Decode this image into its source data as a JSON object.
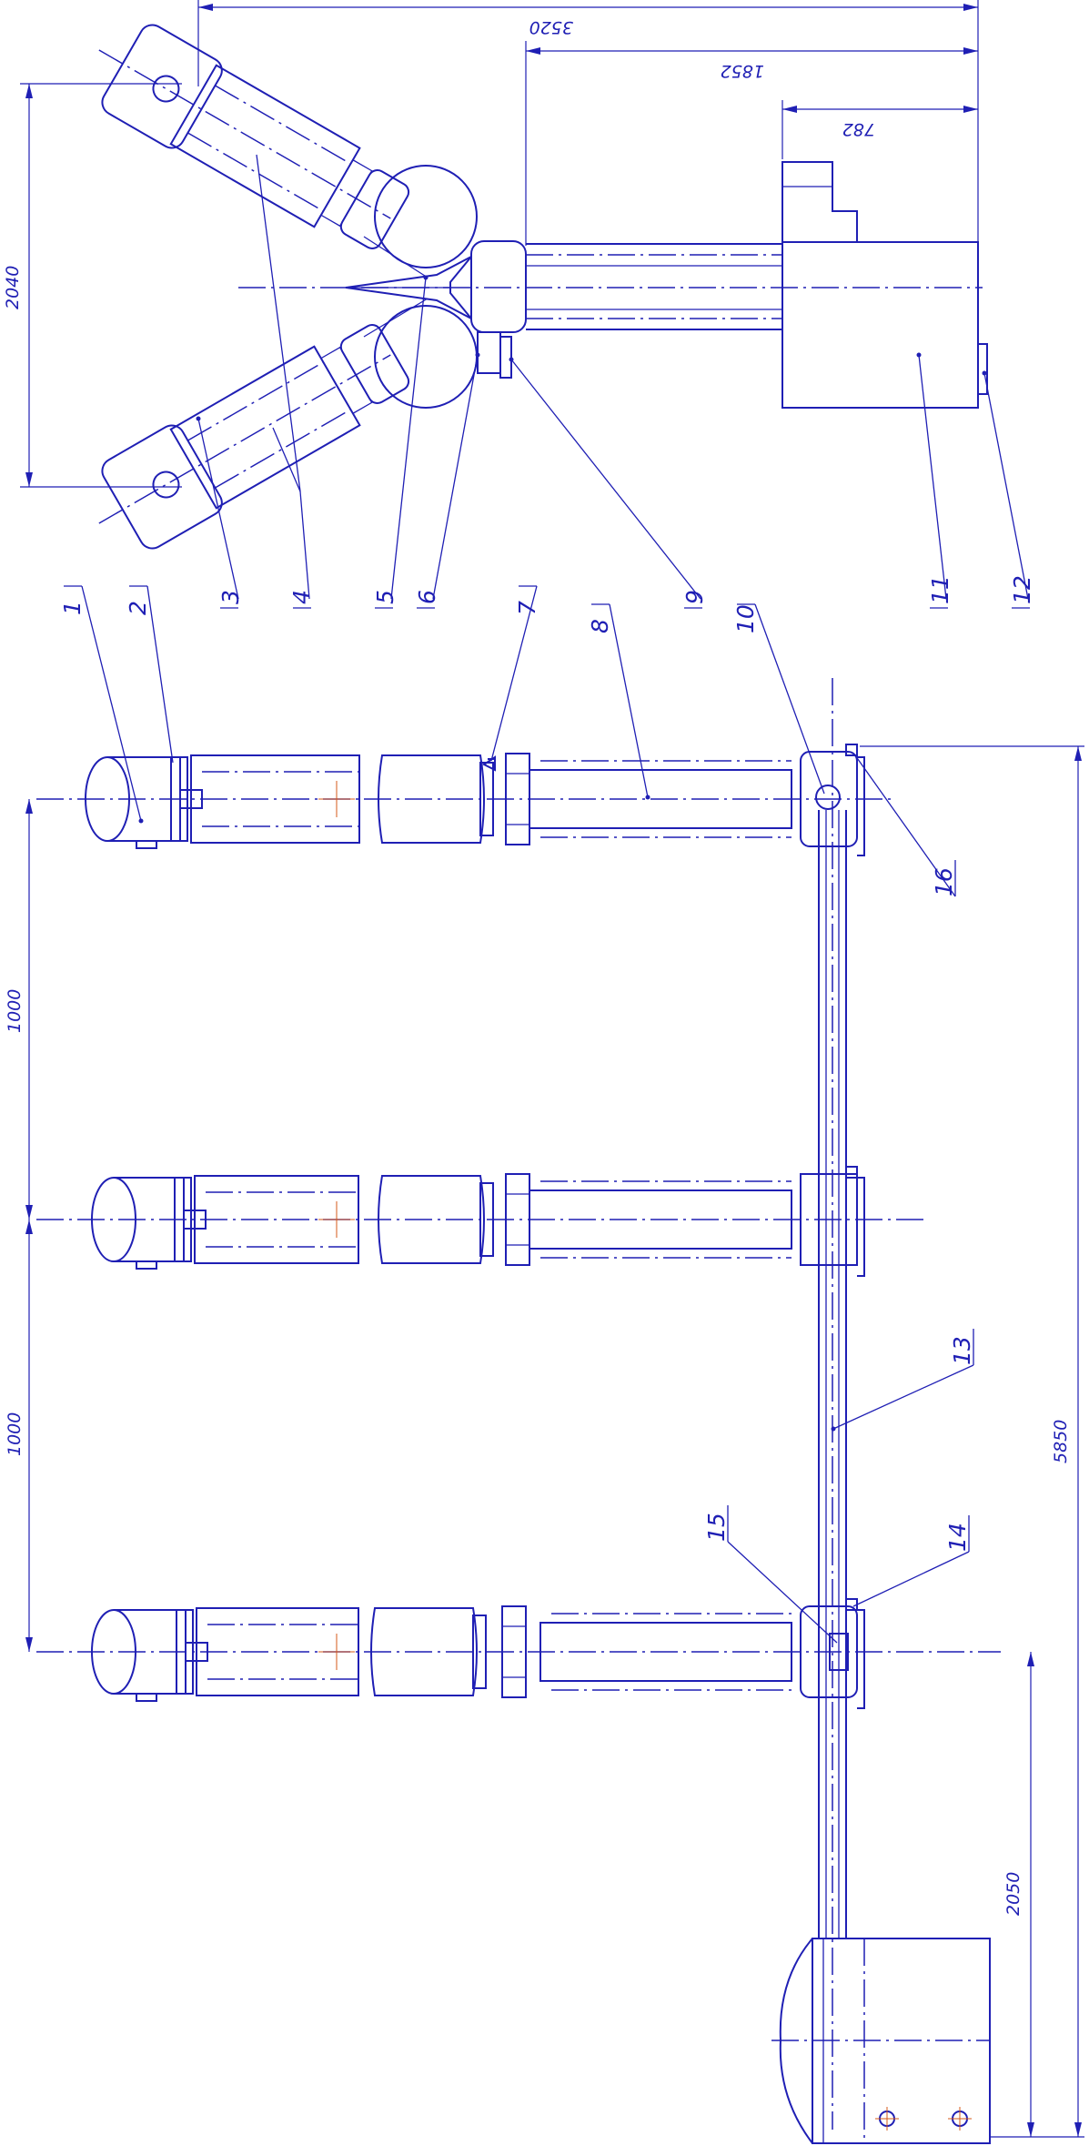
{
  "dimensions": {
    "d3520": "3520",
    "d1852": "1852",
    "d782": "782",
    "d2040": "2040",
    "d1000a": "1000",
    "d1000b": "1000",
    "d5850": "5850",
    "d2050": "2050"
  },
  "callouts": [
    "1",
    "2",
    "3",
    "4",
    "5",
    "6",
    "7",
    "8",
    "9",
    "10",
    "11",
    "12",
    "13",
    "14",
    "15",
    "16"
  ],
  "colors": {
    "line": "#1f1fb4",
    "axis": "#d65a1a",
    "background": "#ffffff"
  }
}
